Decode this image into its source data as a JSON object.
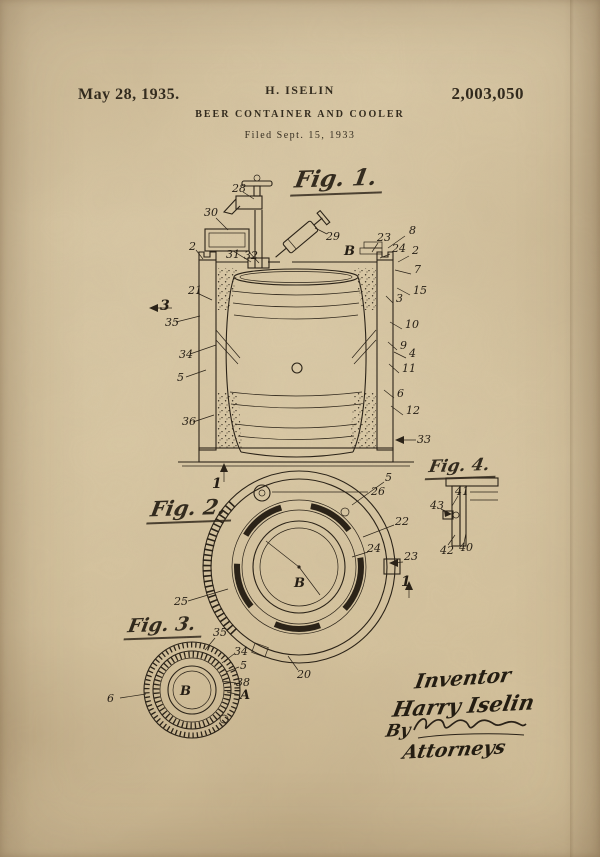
{
  "header": {
    "date": "May 28, 1935.",
    "inventor": "H. ISELIN",
    "patent_number": "2,003,050",
    "title": "BEER CONTAINER AND COOLER",
    "filed": "Filed Sept. 15, 1933"
  },
  "figures": {
    "fig1": "Fig. 1.",
    "fig2": "Fig. 2.",
    "fig3": "Fig. 3.",
    "fig4": "Fig. 4."
  },
  "labels": {
    "fig1": [
      "28",
      "30",
      "2",
      "31",
      "32",
      "21",
      "3",
      "35",
      "34",
      "5",
      "36",
      "1",
      "29",
      "B",
      "23",
      "8",
      "24",
      "2",
      "7",
      "15",
      "3",
      "10",
      "9",
      "4",
      "11",
      "6",
      "12",
      "33"
    ],
    "fig2": [
      "26",
      "5",
      "22",
      "24",
      "23",
      "1",
      "25",
      "20",
      "B"
    ],
    "fig3": [
      "35",
      "34",
      "5",
      "38",
      "A",
      "6",
      "B"
    ],
    "fig4": [
      "41",
      "43",
      "42",
      "40"
    ]
  },
  "signature": {
    "inventor": "Inventor",
    "name": "Harry Iselin",
    "by": "By",
    "attorneys": "Attorneys"
  }
}
